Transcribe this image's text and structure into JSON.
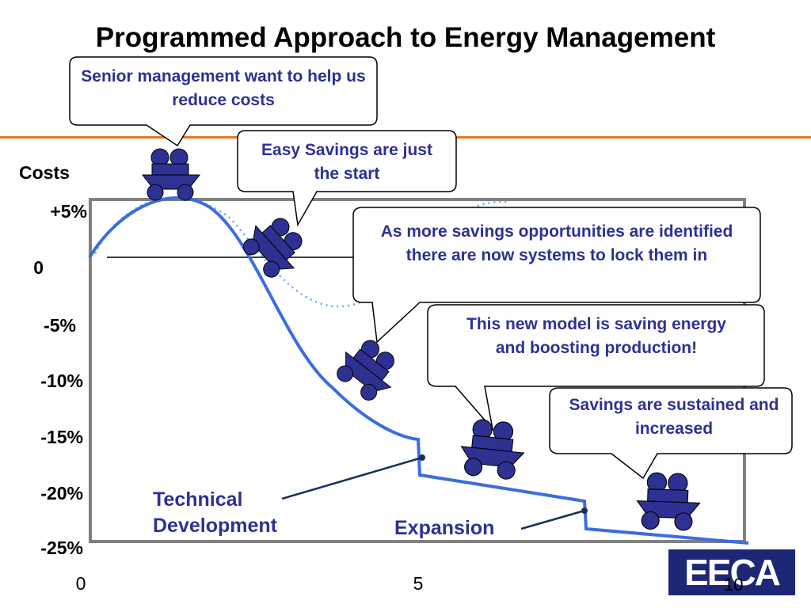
{
  "title": "Programmed Approach to Energy Management",
  "axis": {
    "y_title": "Costs",
    "y_ticks": [
      "+5%",
      "0",
      "-5%",
      "-10%",
      "-15%",
      "-20%",
      "-25%"
    ],
    "x_ticks": [
      "0",
      "5",
      "10"
    ]
  },
  "callouts": {
    "senior": "Senior management want to help us reduce costs",
    "easy": "Easy Savings are just the start",
    "systems": "As more savings opportunities are identified there are now systems to lock them in",
    "model": "This new model is saving energy and boosting production!",
    "sustained": "Savings are sustained and increased"
  },
  "labels": {
    "technical": "Technical Development",
    "expansion": "Expansion"
  },
  "logo": {
    "text": "EECA"
  },
  "colors": {
    "curve": "#3b6de0",
    "cart": "#2e3192",
    "text": "#2e3192",
    "accent_rule": "#e07b1f",
    "frame": "#808080"
  }
}
